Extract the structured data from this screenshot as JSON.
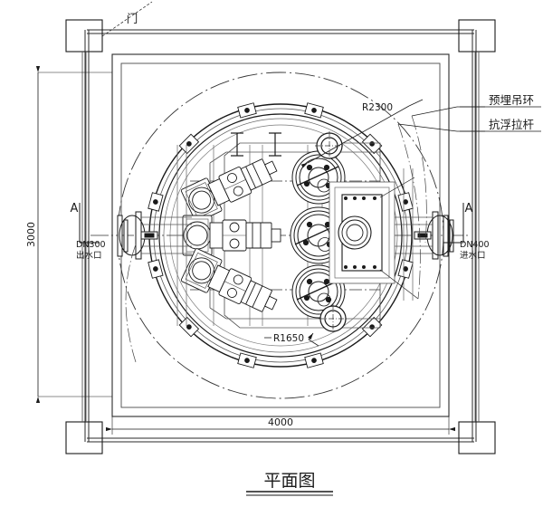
{
  "drawing": {
    "title": "平面图",
    "title_en_meaning": "Plan View",
    "sheet_bg": "#ffffff",
    "line_color": "#1a1a1a",
    "thin_color": "#4a4a4a",
    "center_color": "#333333"
  },
  "labels": {
    "door": "门",
    "embedded_lifting_ring": "预埋吊环",
    "anti_float_tie_rod": "抗浮拉杆",
    "outlet_dn": "DN300",
    "outlet_name": "出水口",
    "inlet_dn": "DN400",
    "inlet_name": "进水口",
    "radius_outer": "R2300",
    "radius_inner": "R1650",
    "section_left": "A",
    "section_right": "A"
  },
  "dimensions": {
    "vertical": "3000",
    "horizontal": "4000"
  },
  "components": {
    "pump_count": 3,
    "pump_name": "pump-unit",
    "control_panel_name": "control-cabinet",
    "manhole_name": "manhole",
    "flange_left_name": "outlet-flange",
    "flange_right_name": "inlet-flange",
    "corner_post_count": 4,
    "anchor_count": 12
  }
}
